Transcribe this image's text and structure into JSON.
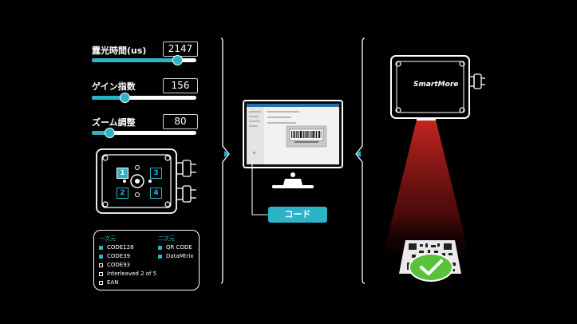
{
  "sliders": [
    {
      "label": "露光時間(us)",
      "value": "2147",
      "level": 0.82
    },
    {
      "label": "ゲイン指数",
      "value": "156",
      "level": 0.31
    },
    {
      "label": "ズーム調整",
      "value": "80",
      "level": 0.17
    }
  ],
  "camera_buttons": [
    "1",
    "2",
    "3",
    "4"
  ],
  "codes": {
    "one_d_title": "一次元",
    "two_d_title": "二次元",
    "one_d": [
      {
        "label": "CODE128",
        "checked": true
      },
      {
        "label": "CODE39",
        "checked": true
      },
      {
        "label": "CODE93",
        "checked": false
      },
      {
        "label": "Interleaved 2 of 5",
        "checked": false
      },
      {
        "label": "EAN",
        "checked": false
      }
    ],
    "two_d": [
      {
        "label": "QR CODE",
        "checked": true
      },
      {
        "label": "DataMtrix",
        "checked": true
      }
    ]
  },
  "code_button_label": "コード",
  "brand": "SmartMore",
  "colors": {
    "accent": "#2bb3c8",
    "laser": "#c8201f",
    "check": "#59c13a"
  }
}
